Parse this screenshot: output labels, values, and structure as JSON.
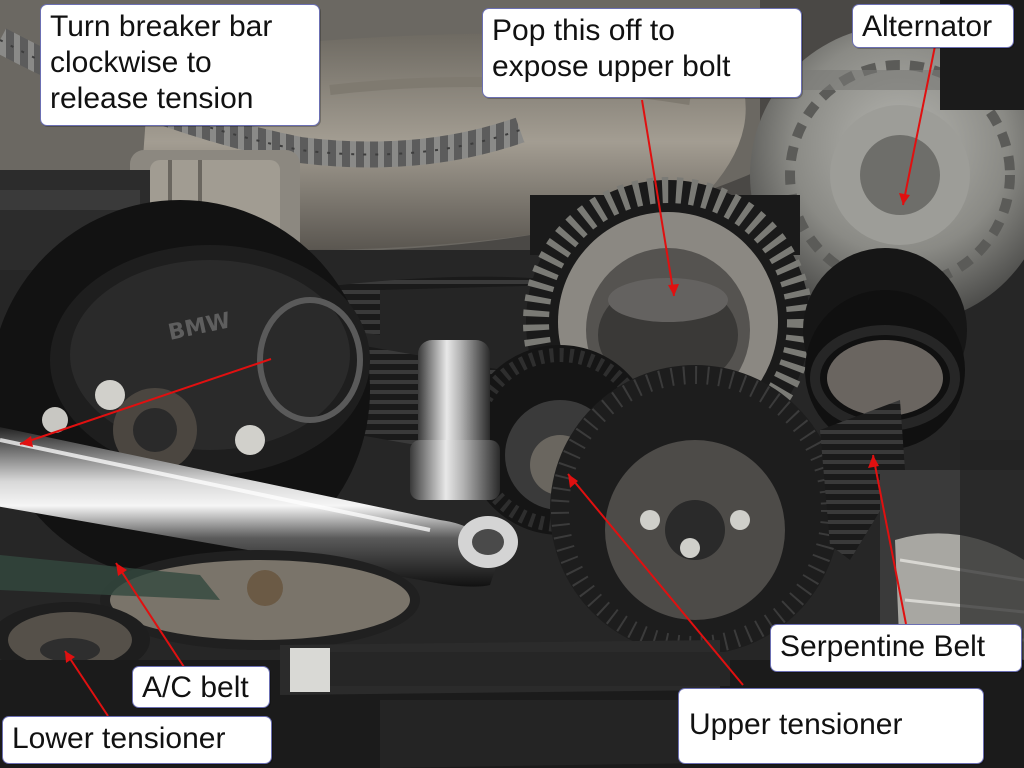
{
  "annotations": {
    "breaker_bar": "Turn breaker bar\nclockwise to\nrelease tension",
    "pop_off": "Pop this off to\nexpose upper bolt",
    "alternator": "Alternator",
    "serpentine_belt": "Serpentine Belt",
    "upper_tensioner": "Upper tensioner",
    "ac_belt": "A/C belt",
    "lower_tensioner": "Lower tensioner"
  },
  "pulley_brand": "BMW",
  "colors": {
    "callout_border": "#6b6fb3",
    "callout_fill": "#ffffff",
    "leader_line": "#e01010"
  }
}
